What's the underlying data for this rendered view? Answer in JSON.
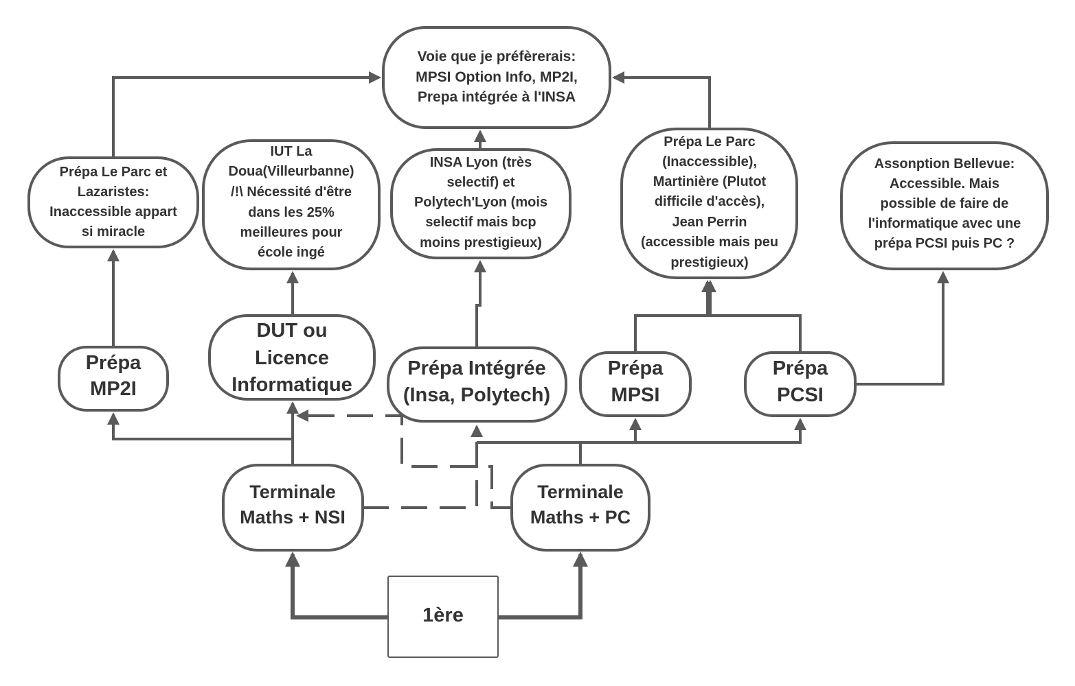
{
  "nodes": {
    "goal": [
      "Voie que je préfèrerais:",
      "MPSI Option Info, MP2I,",
      "Prepa intégrée à l'INSA"
    ],
    "parc_lazaristes": [
      "Prépa Le Parc et",
      "Lazaristes:",
      "Inaccessible appart",
      "si miracle"
    ],
    "iut": [
      "IUT La",
      "Doua(Villeurbanne)",
      "/!\\ Nécessité d'être",
      "dans les 25%",
      "meilleures pour",
      "école ingé"
    ],
    "insa_lyon": [
      "INSA Lyon (très",
      "selectif) et",
      "Polytech'Lyon (mois",
      "selectif mais bcp",
      "moins prestigieux)"
    ],
    "parc_martiniere": [
      "Prépa Le Parc",
      "(Inaccessible),",
      "Martinière (Plutot",
      "difficile d'accès),",
      "Jean Perrin",
      "(accessible mais peu",
      "prestigieux)"
    ],
    "assomption": [
      "Assonption Bellevue:",
      "Accessible. Mais",
      "possible de faire de",
      "l'informatique avec une",
      "prépa PCSI puis PC ?"
    ],
    "mp2i": [
      "Prépa",
      "MP2I"
    ],
    "dut": [
      "DUT ou",
      "Licence",
      "Informatique"
    ],
    "prepa_integree": [
      "Prépa Intégrée",
      "(Insa, Polytech)"
    ],
    "mpsi": [
      "Prépa",
      "MPSI"
    ],
    "pcsi": [
      "Prépa",
      "PCSI"
    ],
    "term_nsi": [
      "Terminale",
      "Maths + NSI"
    ],
    "term_pc": [
      "Terminale",
      "Maths + PC"
    ],
    "premiere": [
      "1ère"
    ]
  },
  "colors": {
    "stroke": "#5a5a5a",
    "text": "#333333",
    "fill": "#ffffff"
  }
}
